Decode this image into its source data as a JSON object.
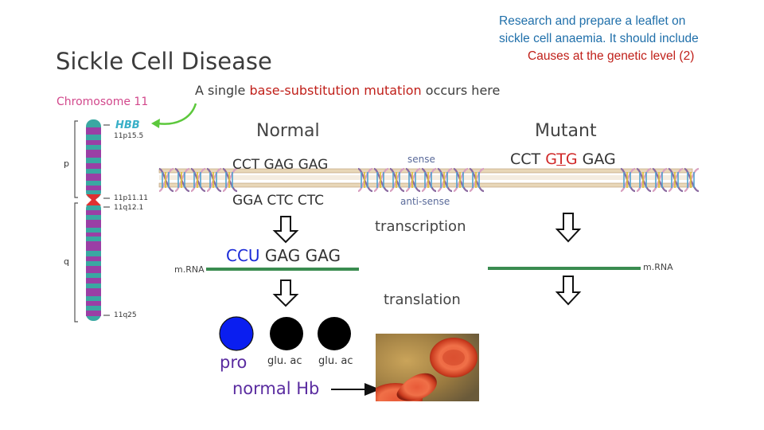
{
  "title": "Sickle Cell Disease",
  "task": {
    "line1": "Research and prepare a leaflet on",
    "line2": "sickle cell anaemia. It should include",
    "line3": "Causes at the genetic level (2)"
  },
  "chromosome": {
    "title": "Chromosome 11",
    "gene": "HBB",
    "bands": [
      "11p15.5",
      "11p11.11",
      "11q12.1",
      "11q25"
    ],
    "arms": [
      "p",
      "q"
    ]
  },
  "mutation_note": {
    "before": "A single ",
    "highlight": "base-substitution mutation",
    "after": " occurs here"
  },
  "normal": {
    "header": "Normal",
    "sense_seq": "CCT GAG GAG",
    "antisense_seq": "GGA CTC CTC",
    "mrna_codon1": "CCU",
    "mrna_rest": " GAG GAG"
  },
  "mutant": {
    "header": "Mutant",
    "seq_start": "CCT ",
    "seq_mut_g": "G",
    "seq_mut_t": "T",
    "seq_mut_g2": "G",
    "seq_end": " GAG"
  },
  "strand_labels": {
    "sense": "sense",
    "antisense": "anti-sense"
  },
  "process": {
    "transcription": "transcription",
    "translation": "translation"
  },
  "mrna_label": "m.RNA",
  "amino_acids": [
    "pro",
    "glu. ac",
    "glu. ac"
  ],
  "product": "normal Hb",
  "colors": {
    "title": "#3c3c3c",
    "task_blue": "#1f6faa",
    "task_red": "#c0201a",
    "pink": "#d2488c",
    "mrna_green": "#3a8c50",
    "pro_blue": "#0a1ef0",
    "glu_black": "#000000"
  }
}
